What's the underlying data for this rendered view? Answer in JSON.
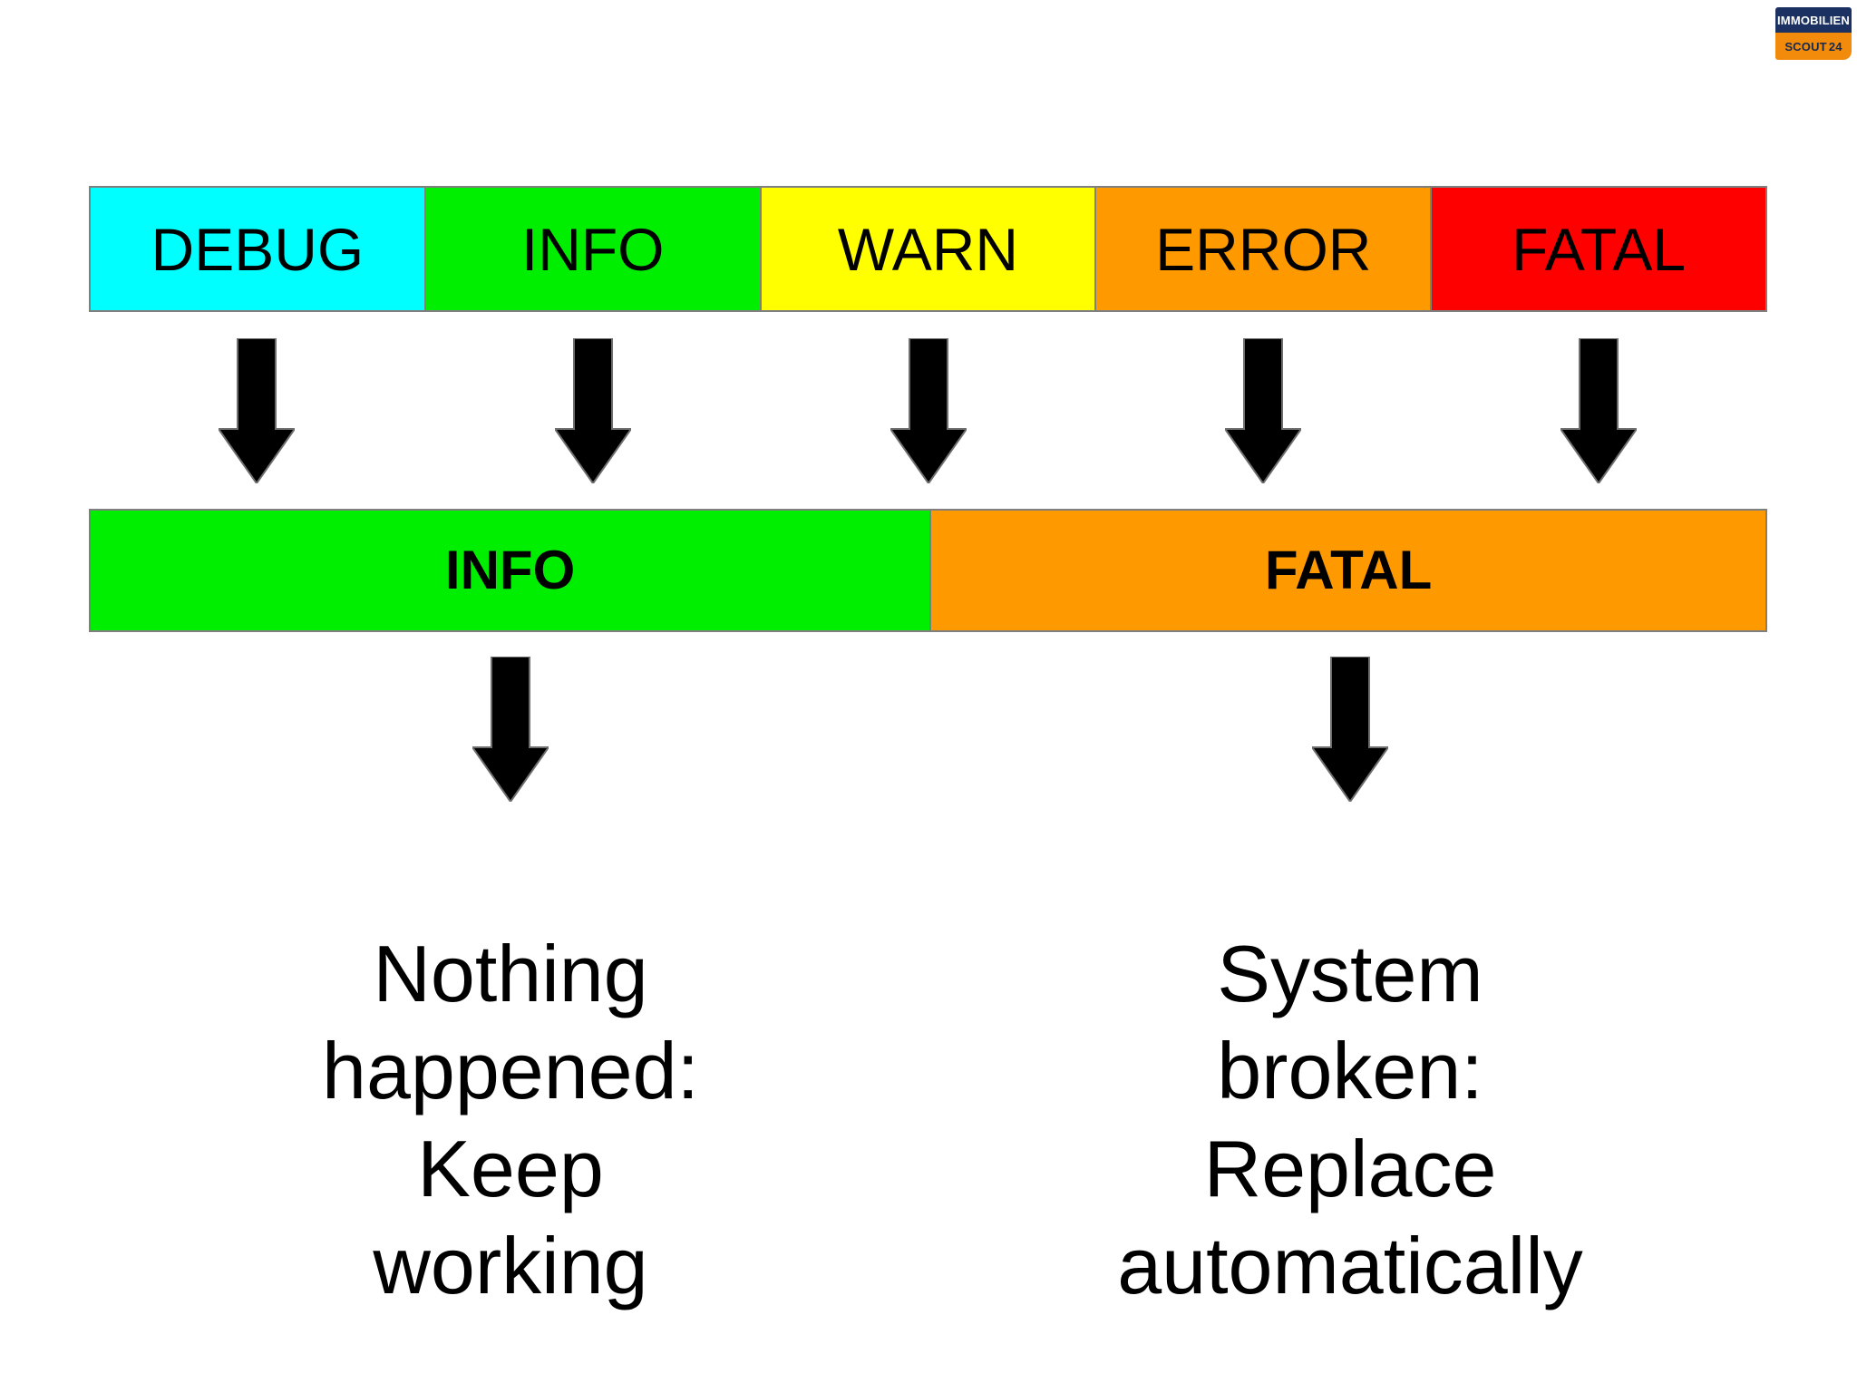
{
  "brand": {
    "logo_name": "immobilien-scout24-logo",
    "line1": "IMMOBILIEN",
    "line2": "SCOUT",
    "line2_number": "24",
    "navy": "#1b3162",
    "orange": "#f28b0c"
  },
  "log_levels_bar": {
    "border_color": "#7f7f7f",
    "segments": [
      {
        "label": "DEBUG",
        "color": "#00ffff"
      },
      {
        "label": "INFO",
        "color": "#00ee00"
      },
      {
        "label": "WARN",
        "color": "#ffff00"
      },
      {
        "label": "ERROR",
        "color": "#ff9900"
      },
      {
        "label": "FATAL",
        "color": "#ff0000"
      }
    ]
  },
  "simplified_bar": {
    "border_color": "#7f7f7f",
    "segments": [
      {
        "label": "INFO",
        "color": "#00ee00",
        "share_percent": 50
      },
      {
        "label": "FATAL",
        "color": "#ff9900",
        "share_percent": 50
      }
    ]
  },
  "mapping_arrows": {
    "count": 5,
    "icon": "arrow-down-icon",
    "color": "#000000"
  },
  "outcome_arrows": {
    "count": 2,
    "icon": "arrow-down-icon",
    "color": "#000000"
  },
  "captions": {
    "left": "Nothing\nhappened:\nKeep\nworking",
    "right": "System\nbroken:\nReplace\nautomatically"
  }
}
